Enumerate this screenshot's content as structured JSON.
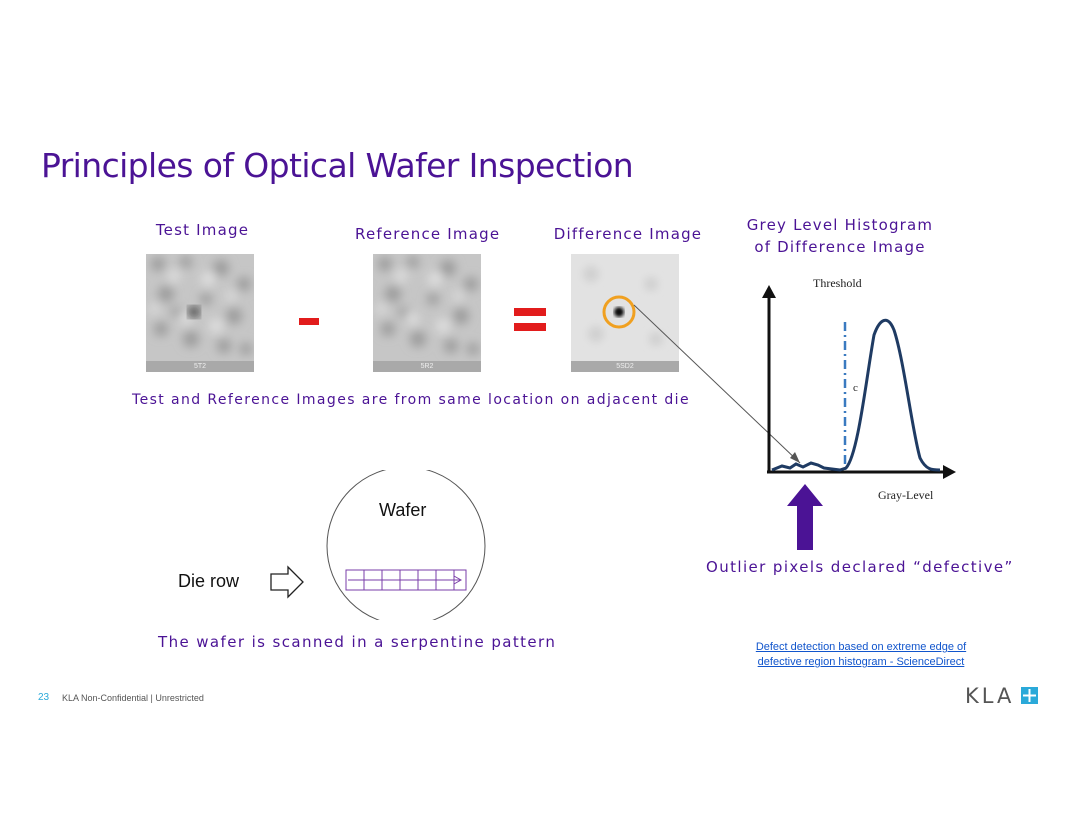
{
  "slide": {
    "title": "Principles of Optical Wafer Inspection",
    "page_number": "23",
    "classification": "KLA Non-Confidential | Unrestricted"
  },
  "images": {
    "test": {
      "label": "Test Image",
      "caption": "5T2"
    },
    "reference": {
      "label": "Reference Image",
      "caption": "5R2"
    },
    "difference": {
      "label": "Difference Image",
      "caption": "5SD2"
    },
    "minus_symbol": "-",
    "equals_symbol": "=",
    "note": "Test and Reference Images are from same location on adjacent die"
  },
  "histogram": {
    "title_line1": "Grey Level Histogram",
    "title_line2": "of Difference Image",
    "threshold_label": "Threshold",
    "xlabel": "Gray-Level",
    "curve_marker": "c",
    "outlier_note": "Outlier pixels declared “defective”"
  },
  "wafer": {
    "label": "Wafer",
    "die_row_label": "Die row",
    "scan_note": "The wafer is scanned in a serpentine pattern"
  },
  "reference_link": {
    "line1": "Defect detection based on extreme edge of",
    "line2": " defective region histogram - ScienceDirect"
  },
  "logo": {
    "text": "KLA",
    "accent": "#2aa9d9"
  },
  "colors": {
    "title": "#4b1395",
    "operator": "#e21c1c",
    "ring": "#f0a020",
    "histogram_curve": "#1f3b63",
    "arrow": "#4b1395"
  }
}
